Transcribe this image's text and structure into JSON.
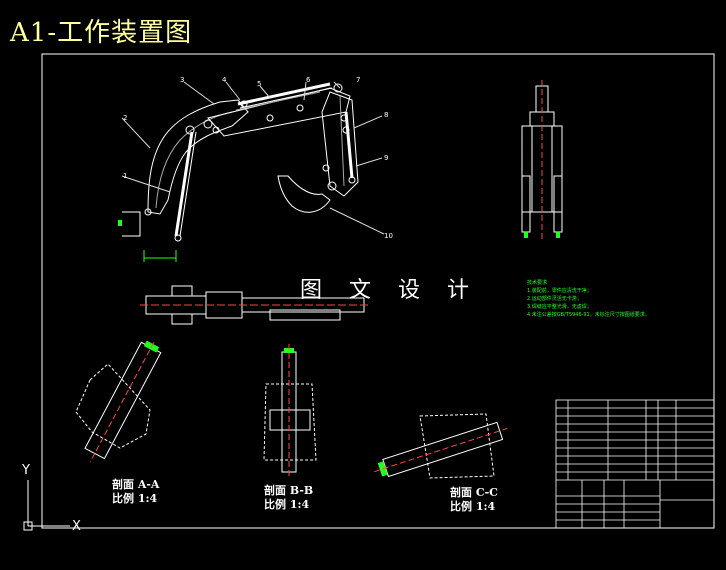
{
  "title": "A1-工作装置图",
  "watermark": "图 文 设 计",
  "part_numbers": [
    "1",
    "2",
    "3",
    "4",
    "5",
    "6",
    "7",
    "8",
    "9",
    "10"
  ],
  "sections": [
    {
      "name": "剖面 A-A",
      "scale": "比例 1:4"
    },
    {
      "name": "剖面 B-B",
      "scale": "比例 1:4"
    },
    {
      "name": "剖面 C-C",
      "scale": "比例 1:4"
    }
  ],
  "notes": {
    "heading": "技术要求",
    "lines": [
      "1.装配前，零件应清洗干净；",
      "2.运动部件灵活无卡滞；",
      "3.焊缝应平整光滑，无虚焊；",
      "4.未注公差按GB/T5946-91，未标注尺寸按图纸要求。"
    ]
  },
  "ucs": {
    "y": "Y",
    "x": "X"
  }
}
